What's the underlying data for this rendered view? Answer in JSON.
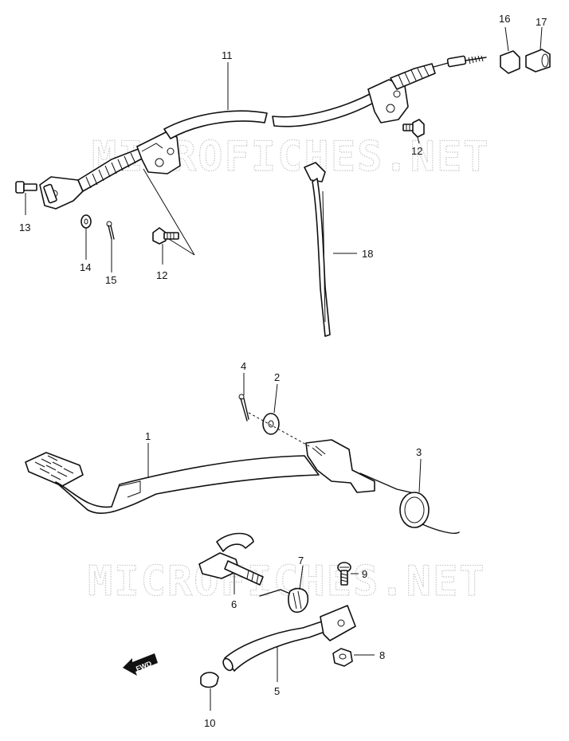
{
  "watermark": {
    "text": "MICROFICHES.NET"
  },
  "direction_badge": {
    "text": "FWD",
    "icon": "arrow-left-icon"
  },
  "callouts": {
    "c1": "1",
    "c2": "2",
    "c3": "3",
    "c4": "4",
    "c5": "5",
    "c6": "6",
    "c7": "7",
    "c8": "8",
    "c9": "9",
    "c10": "10",
    "c11": "11",
    "c12a": "12",
    "c12b": "12",
    "c13": "13",
    "c14": "14",
    "c15": "15",
    "c16": "16",
    "c17": "17",
    "c18": "18"
  }
}
